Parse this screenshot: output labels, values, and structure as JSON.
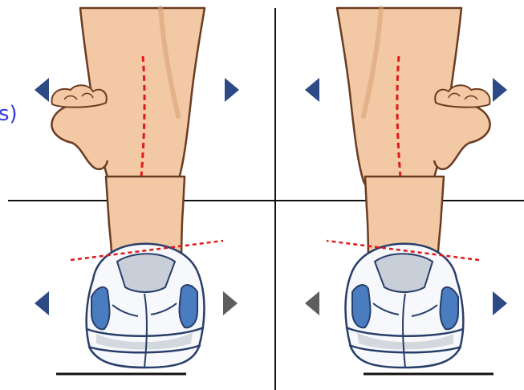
{
  "edge_text": "s)",
  "colors": {
    "background": "#ffffff",
    "divider": "#111111",
    "edge_text": "#3a3ae0",
    "arrow_active": "#2e4a86",
    "arrow_inactive": "#5e5e5e",
    "skin_fill": "#f2c9a4",
    "skin_outline": "#6a3c22",
    "dashed_line": "#e01a1a",
    "shoe_white": "#f7f8fb",
    "shoe_blue": "#4a7cc0",
    "shoe_navy": "#283e6a",
    "shoe_gray": "#c9cfd8",
    "ground": "#111111"
  },
  "panels": [
    {
      "id": "top-left",
      "subject": "bare-foot-heel",
      "side": "left",
      "arrows": {
        "left": "active",
        "right": "active"
      }
    },
    {
      "id": "top-right",
      "subject": "bare-foot-heel",
      "side": "right",
      "arrows": {
        "left": "active",
        "right": "active"
      }
    },
    {
      "id": "bottom-left",
      "subject": "shoe-heel",
      "side": "left",
      "arrows": {
        "left": "active",
        "right": "inactive"
      }
    },
    {
      "id": "bottom-right",
      "subject": "shoe-heel",
      "side": "right",
      "arrows": {
        "left": "inactive",
        "right": "active"
      }
    }
  ]
}
